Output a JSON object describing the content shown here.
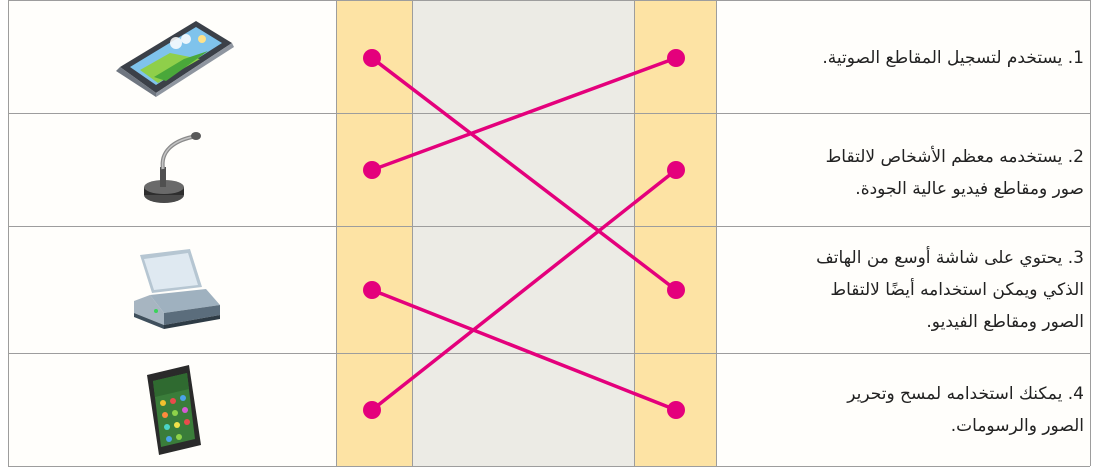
{
  "rows": [
    {
      "lines": [
        "1. يستخدم لتسجيل المقاطع الصوتية."
      ]
    },
    {
      "lines": [
        "2. يستخدمه معظم الأشخاص لالتقاط",
        "صور ومقاطع فيديو عالية الجودة."
      ]
    },
    {
      "lines": [
        "3. يحتوي على شاشة أوسع من الهاتف",
        "الذكي ويمكن استخدامه أيضًا لالتقاط",
        "الصور ومقاطع الفيديو."
      ]
    },
    {
      "lines": [
        "4. يمكنك استخدامه لمسح وتحرير",
        "الصور والرسومات."
      ]
    }
  ],
  "images": [
    {
      "icon": "tablet-icon"
    },
    {
      "icon": "microphone-icon"
    },
    {
      "icon": "scanner-icon"
    },
    {
      "icon": "smartphone-icon"
    }
  ],
  "matches": [
    {
      "statement": 1,
      "image": 2
    },
    {
      "statement": 2,
      "image": 4
    },
    {
      "statement": 3,
      "image": 1
    },
    {
      "statement": 4,
      "image": 3
    }
  ],
  "colors": {
    "line": "#e4007c",
    "dot": "#e4007c",
    "band": "#fde3a4",
    "middle": "#ecebe5",
    "border": "#9d9d9d"
  }
}
